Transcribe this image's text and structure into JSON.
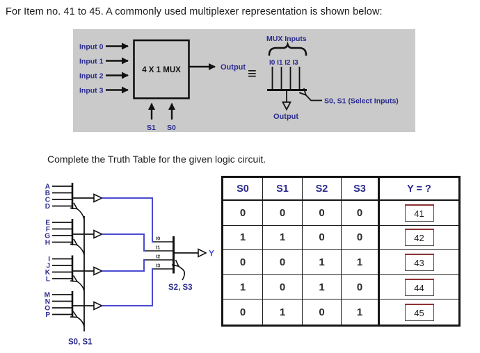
{
  "title": "For Item no. 41 to 45. A commonly used multiplexer representation is shown below:",
  "caption": "Complete the Truth Table for the given logic circuit.",
  "panel": {
    "input_labels": [
      "Input 0",
      "Input 1",
      "Input 2",
      "Input 3"
    ],
    "box_label": "4 X 1 MUX",
    "output_label": "Output",
    "select_labels": [
      "S1",
      "S0"
    ],
    "equivalence_symbol": "≡",
    "symbol": {
      "inputs_brace_label": "MUX Inputs",
      "input_pins_label": "I0 I1 I2 I3",
      "select_note": "S0, S1 (Select Inputs)",
      "output_label": "Output"
    }
  },
  "circuit": {
    "input_letters": [
      "A",
      "B",
      "C",
      "D",
      "E",
      "F",
      "G",
      "H",
      "I",
      "J",
      "K",
      "L",
      "M",
      "N",
      "O",
      "P"
    ],
    "stage1_select_label": "S0, S1",
    "mux_pin_labels": [
      "I0",
      "I1",
      "I2",
      "I3"
    ],
    "stage2_select_label": "S2, S3",
    "output_label": "Y"
  },
  "truth_table": {
    "headers": [
      "S0",
      "S1",
      "S2",
      "S3",
      "Y = ?"
    ],
    "rows": [
      {
        "s0": "0",
        "s1": "0",
        "s2": "0",
        "s3": "0",
        "item": "41"
      },
      {
        "s0": "1",
        "s1": "1",
        "s2": "0",
        "s3": "0",
        "item": "42"
      },
      {
        "s0": "0",
        "s1": "0",
        "s2": "1",
        "s3": "1",
        "item": "43"
      },
      {
        "s0": "1",
        "s1": "0",
        "s2": "1",
        "s3": "0",
        "item": "44"
      },
      {
        "s0": "0",
        "s1": "1",
        "s2": "0",
        "s3": "1",
        "item": "45"
      }
    ]
  },
  "colors": {
    "panel_bg": "#cacaca",
    "label_navy": "#2b2b8e",
    "wire_blue": "#4a4ad0",
    "line_black": "#111111",
    "answer_box_top": "#8b3232"
  }
}
